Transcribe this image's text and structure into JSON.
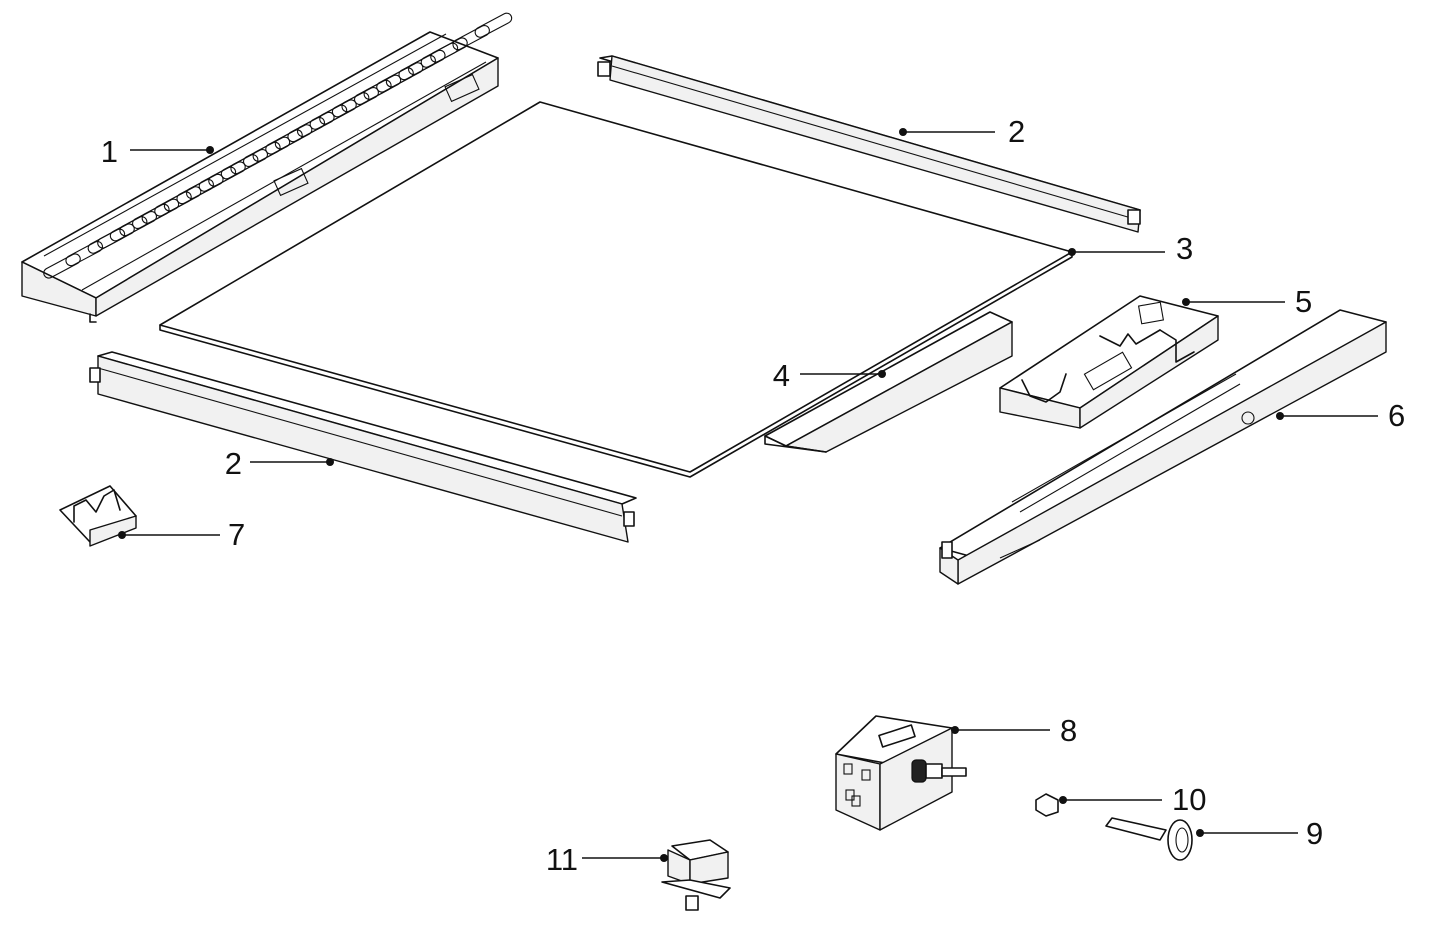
{
  "callouts": [
    {
      "id": "c1a",
      "label": "1"
    },
    {
      "id": "c2a",
      "label": "2"
    },
    {
      "id": "c3",
      "label": "3"
    },
    {
      "id": "c4",
      "label": "4"
    },
    {
      "id": "c5",
      "label": "5"
    },
    {
      "id": "c2b",
      "label": "2"
    },
    {
      "id": "c6",
      "label": "6"
    },
    {
      "id": "c7",
      "label": "7"
    },
    {
      "id": "c8",
      "label": "8"
    },
    {
      "id": "c10",
      "label": "10"
    },
    {
      "id": "c9",
      "label": "9"
    },
    {
      "id": "c11",
      "label": "11"
    }
  ]
}
